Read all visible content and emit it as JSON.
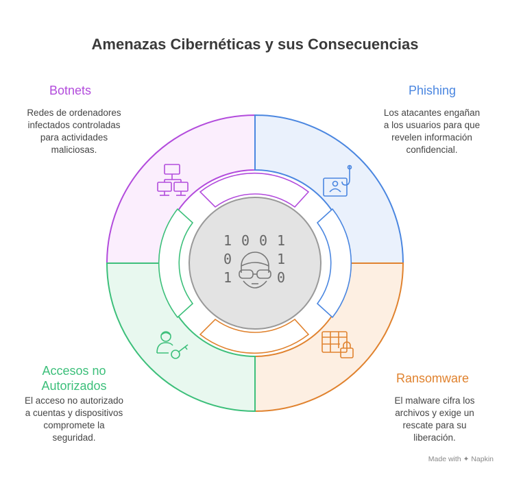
{
  "title": "Amenazas Cibernéticas y sus Consecuencias",
  "sections": {
    "botnets": {
      "title": "Botnets",
      "description": [
        "Redes de ordenadores",
        "infectados controladas",
        "para actividades",
        "maliciosas."
      ],
      "color": "#b24bdc",
      "fill": "#fbeefd",
      "icon": "network-computers-icon"
    },
    "phishing": {
      "title": "Phishing",
      "description": [
        "Los atacantes engañan",
        "a los usuarios para que",
        "revelen información",
        "confidencial."
      ],
      "color": "#4a86e0",
      "fill": "#eaf1fc",
      "icon": "phishing-hook-icon"
    },
    "ransomware": {
      "title": "Ransomware",
      "description": [
        "El malware cifra los",
        "archivos y exige un",
        "rescate para su",
        "liberación."
      ],
      "color": "#e0822e",
      "fill": "#fdefe2",
      "icon": "locked-table-icon"
    },
    "accesos": {
      "title": [
        "Accesos no",
        "Autorizados"
      ],
      "description": [
        "El acceso no autorizado",
        "a cuentas y dispositivos",
        "compromete la",
        "seguridad."
      ],
      "color": "#3cbf7a",
      "fill": "#e8f8ef",
      "icon": "user-key-icon"
    }
  },
  "center": {
    "binary": [
      "1",
      "0",
      "0",
      "1",
      "0",
      "1",
      "1",
      "0"
    ],
    "icon": "hacker-icon",
    "fill": "#e3e3e3",
    "stroke": "#999999"
  },
  "footer": {
    "prefix": "Made with",
    "brand": "Napkin"
  }
}
